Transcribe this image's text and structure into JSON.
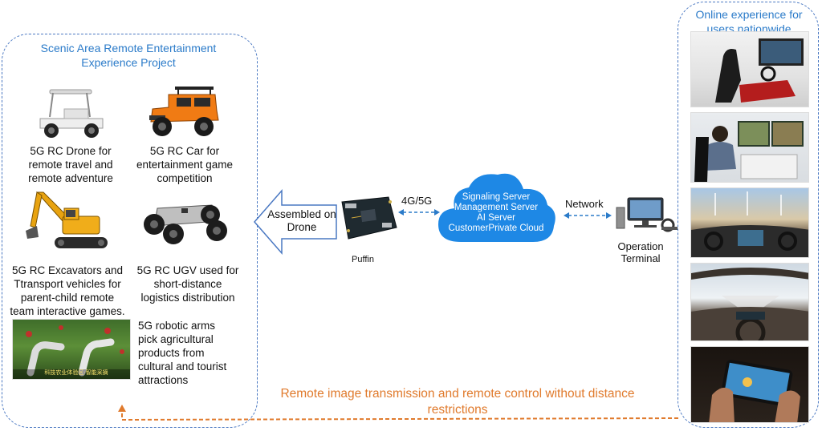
{
  "left_group": {
    "title_line1": "Scenic Area Remote Entertainment",
    "title_line2": "Experience Project",
    "items": [
      {
        "caption": [
          "5G RC Drone for",
          "remote travel and",
          "remote adventure"
        ]
      },
      {
        "caption": [
          "5G RC Car for",
          "entertainment game",
          "competition"
        ]
      },
      {
        "caption": [
          "5G RC Excavators and",
          "Ttransport vehicles for",
          "parent-child remote",
          "team interactive games."
        ]
      },
      {
        "caption": [
          "5G RC UGV used for",
          "short-distance",
          "logistics distribution"
        ]
      },
      {
        "caption": [
          "5G robotic arms",
          "pick agricultural",
          "products from",
          "cultural and tourist",
          "attractions"
        ]
      }
    ],
    "robot_arm_overlay_text": "科技农业体验区·智能采摘"
  },
  "assembled_arrow": {
    "line1": "Assembled on",
    "line2": "Drone"
  },
  "board": {
    "label": "Puffin"
  },
  "link_left": {
    "label": "4G/5G"
  },
  "cloud": {
    "lines": [
      "Signaling Server",
      "Management Server",
      "AI Server",
      "CustomerPrivate Cloud"
    ]
  },
  "link_right": {
    "label": "Network"
  },
  "terminal": {
    "line1": "Operation",
    "line2": "Terminal"
  },
  "right_group": {
    "title_line1": "Online experience for",
    "title_line2": "users nationwide"
  },
  "bottom": {
    "line1": "Remote image transmission and remote control without distance",
    "line2": "restrictions"
  },
  "colors": {
    "accent_blue": "#2b7bc9",
    "cloud_blue": "#1e88e5",
    "dashed_border": "#4a78c2",
    "orange": "#e07a2c"
  }
}
